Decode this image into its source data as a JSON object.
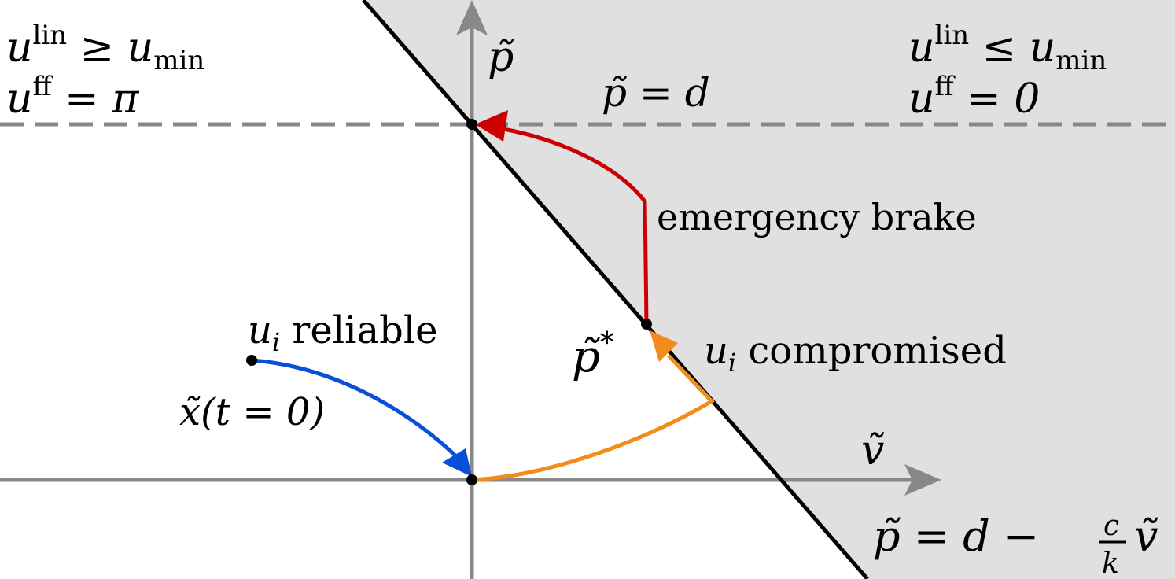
{
  "labels": {
    "axis_p": "p̃",
    "axis_v": "ṽ",
    "line_top": "p̃ = d",
    "top_left": {
      "u_lin": "u",
      "lin_sup": "lin",
      "rel": " ≥ u",
      "min_sub": "min",
      "u_ff": "u",
      "ff_sup": "ff",
      "ff_eq": " = π"
    },
    "top_right": {
      "u_lin": "u",
      "lin_sup": "lin",
      "rel": " ≤ u",
      "min_sub": "min",
      "u_ff": "u",
      "ff_sup": "ff",
      "ff_eq": " = 0"
    },
    "emergency": "emergency brake",
    "p_star": "p̃",
    "p_star_sup": "*",
    "compromised_u": "u",
    "compromised_i": "i",
    "compromised_text": " compromised",
    "reliable_u": "u",
    "reliable_i": "i",
    "reliable_text": " reliable",
    "x0": "x̃(t = 0)",
    "boundary_lhs": "p̃ = d −",
    "boundary_num": "c",
    "boundary_den": "k",
    "boundary_rhs": "ṽ"
  },
  "colors": {
    "region_fill": "#e0e0e0",
    "axis": "#888888",
    "boundary": "#000000",
    "emergency": "#cc0000",
    "compromised": "#f28c1a",
    "reliable": "#0a4fd8"
  }
}
